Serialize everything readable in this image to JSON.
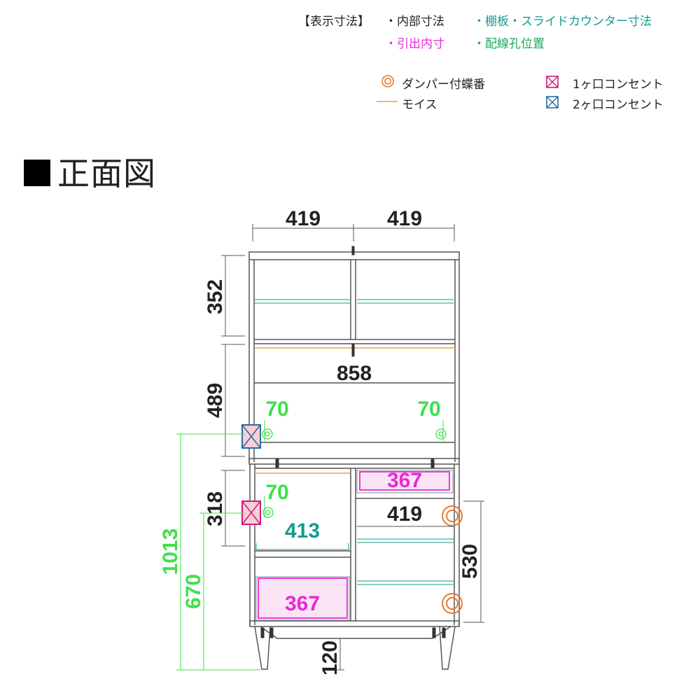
{
  "legend": {
    "heading": "【表示寸法】",
    "items": [
      {
        "label": "・内部寸法",
        "color": "#222222"
      },
      {
        "label": "・棚板・スライドカウンター寸法",
        "color": "#159a8e"
      },
      {
        "label": "・引出内寸",
        "color": "#e62ad6"
      },
      {
        "label": "・配線孔位置",
        "color": "#18a85a"
      }
    ],
    "symbols": [
      {
        "icon": "damper-hinge-icon",
        "label": "ダンパー付蝶番",
        "color": "#e87a2e"
      },
      {
        "icon": "molding-line-icon",
        "label": "モイス",
        "color": "#e8a040"
      },
      {
        "icon": "outlet-1-icon",
        "label": "1ヶ口コンセント",
        "color": "#d11a7a"
      },
      {
        "icon": "outlet-2-icon",
        "label": "2ヶ口コンセント",
        "color": "#2a6aa0"
      }
    ]
  },
  "title": "正面図",
  "dimensions": {
    "top_left_width": "419",
    "top_right_width": "419",
    "upper_height": "352",
    "middle_height": "489",
    "inner_width": "858",
    "hole_left": "70",
    "hole_right": "70",
    "drawer_top_inner": "367",
    "lower_left_height": "318",
    "hole_lower": "70",
    "lower_right_width": "419",
    "slide_counter_width": "413",
    "total_height_lower": "1013",
    "counter_height": "670",
    "drawer_bottom_inner": "367",
    "right_door_height": "530",
    "leg_height": "120"
  },
  "colors": {
    "black": "#222222",
    "teal": "#159a8e",
    "magenta": "#e62ad6",
    "green": "#3ee04a",
    "orange": "#e87a2e",
    "outlet1": "#d11a7a",
    "outlet2": "#2a6aa0"
  }
}
